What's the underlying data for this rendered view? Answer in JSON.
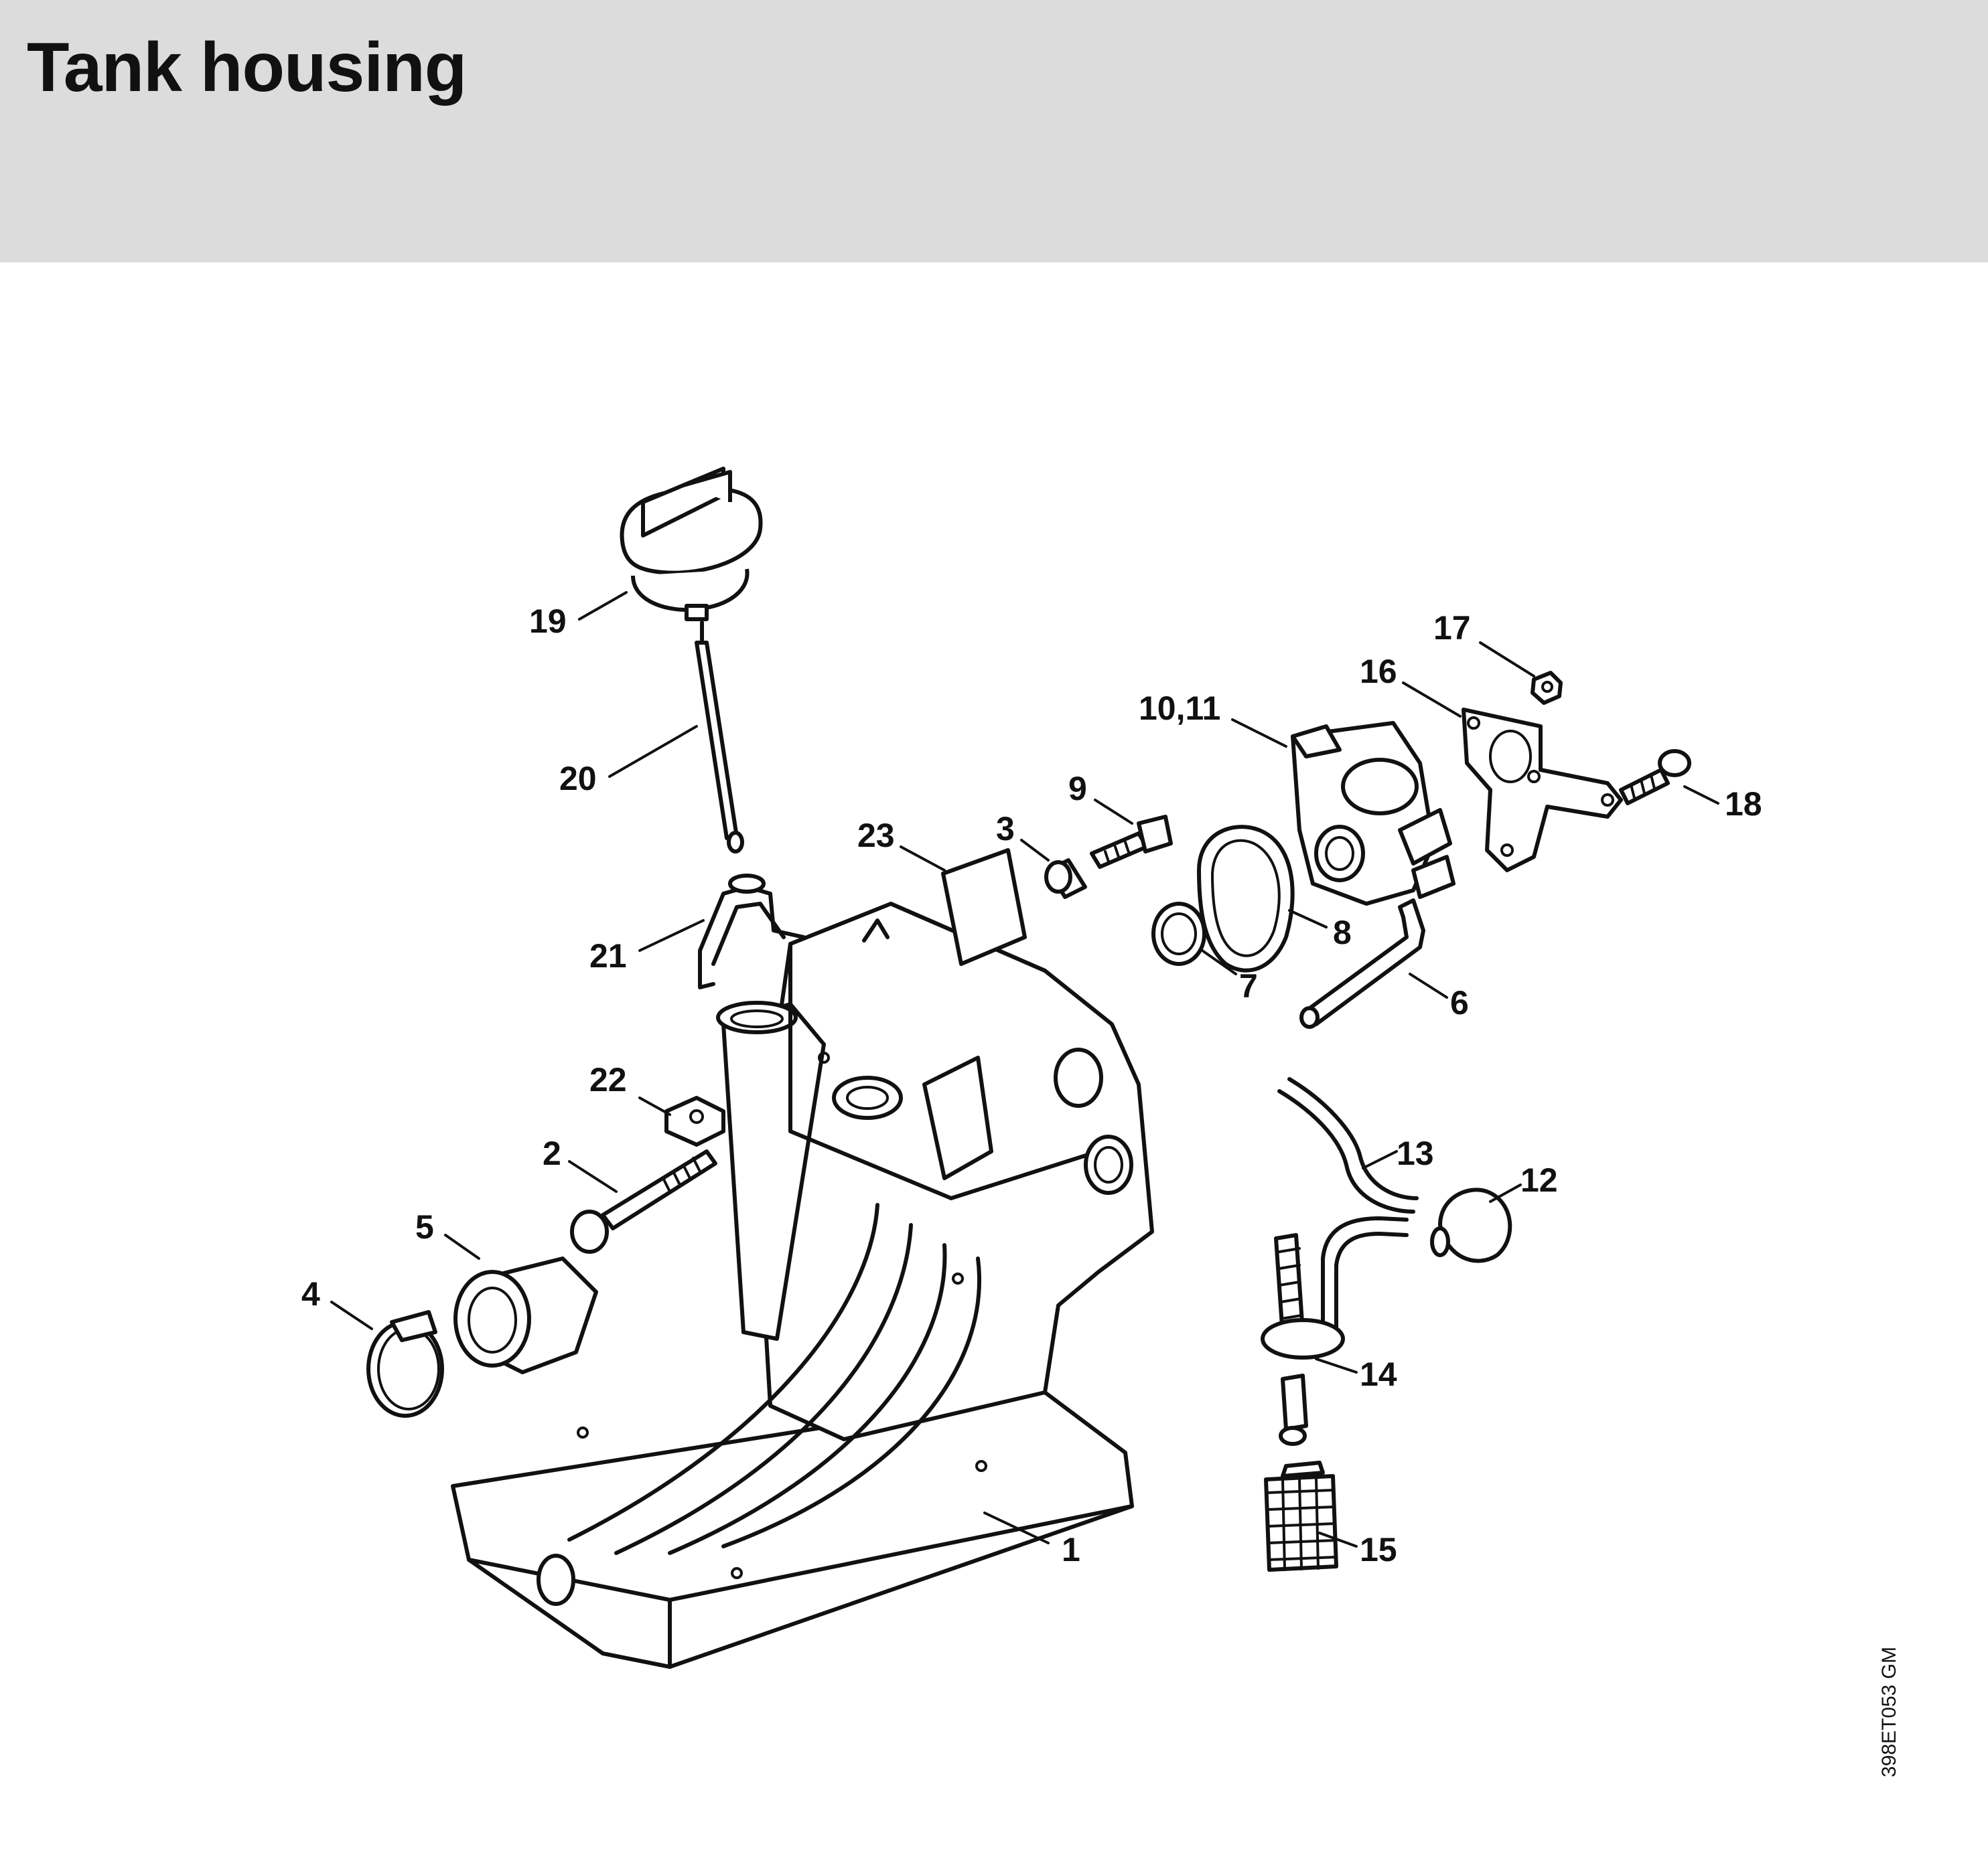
{
  "title": "Tank housing",
  "drawing_code": "398ET053 GM",
  "callouts": [
    "19",
    "20",
    "21",
    "22",
    "2",
    "5",
    "4",
    "23",
    "3",
    "9",
    "10,11",
    "17",
    "16",
    "18",
    "8",
    "7",
    "6",
    "13",
    "12",
    "14",
    "15",
    "1"
  ]
}
